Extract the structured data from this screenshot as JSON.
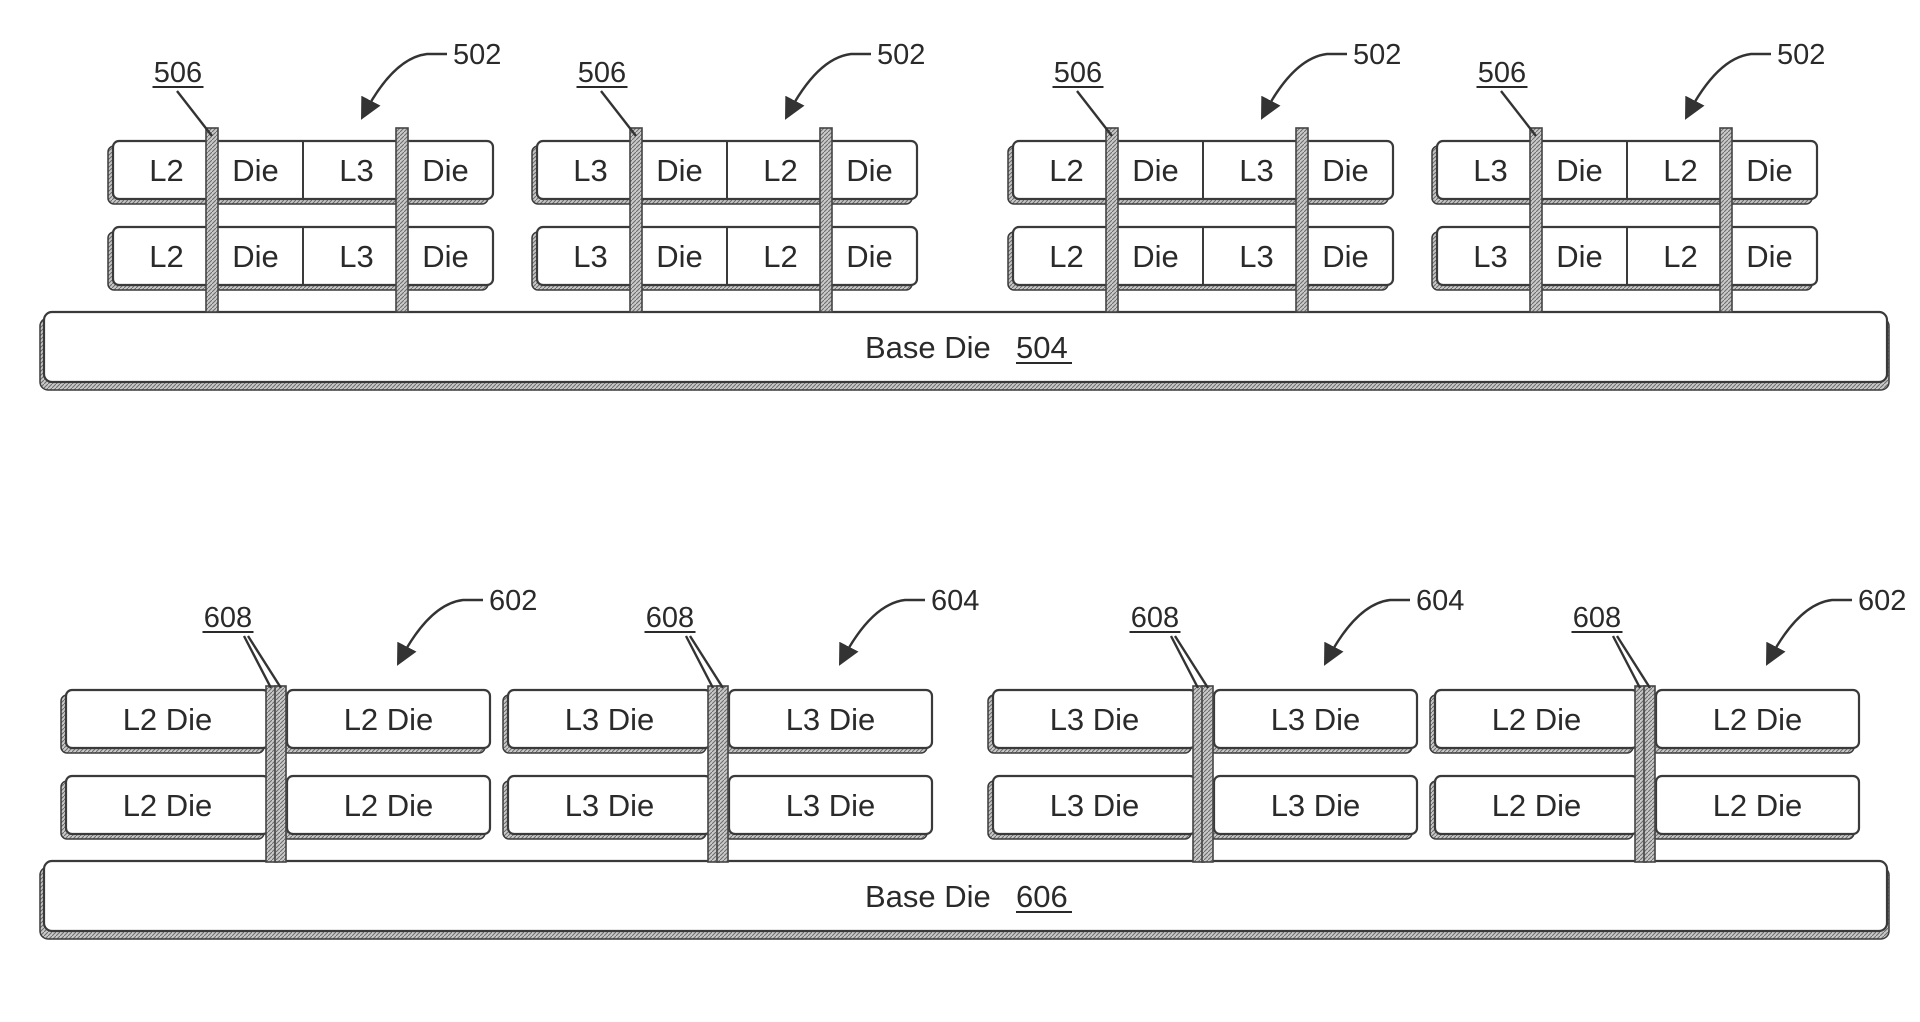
{
  "top_figure": {
    "base_die_label": "Base Die",
    "base_die_ref": "504",
    "stack_ref": "502",
    "via_ref": "506",
    "stacks": [
      {
        "rows": [
          [
            "L2",
            "Die",
            "L3",
            "Die"
          ],
          [
            "L2",
            "Die",
            "L3",
            "Die"
          ]
        ]
      },
      {
        "rows": [
          [
            "L3",
            "Die",
            "L2",
            "Die"
          ],
          [
            "L3",
            "Die",
            "L2",
            "Die"
          ]
        ]
      },
      {
        "rows": [
          [
            "L2",
            "Die",
            "L3",
            "Die"
          ],
          [
            "L2",
            "Die",
            "L3",
            "Die"
          ]
        ]
      },
      {
        "rows": [
          [
            "L3",
            "Die",
            "L2",
            "Die"
          ],
          [
            "L3",
            "Die",
            "L2",
            "Die"
          ]
        ]
      }
    ]
  },
  "bottom_figure": {
    "base_die_label": "Base Die",
    "base_die_ref": "606",
    "via_ref": "608",
    "stacks": [
      {
        "ref": "602",
        "rows": [
          [
            "L2 Die",
            "L2 Die"
          ],
          [
            "L2 Die",
            "L2 Die"
          ]
        ]
      },
      {
        "ref": "604",
        "rows": [
          [
            "L3 Die",
            "L3 Die"
          ],
          [
            "L3 Die",
            "L3 Die"
          ]
        ]
      },
      {
        "ref": "604",
        "rows": [
          [
            "L3 Die",
            "L3 Die"
          ],
          [
            "L3 Die",
            "L3 Die"
          ]
        ]
      },
      {
        "ref": "602",
        "rows": [
          [
            "L2 Die",
            "L2 Die"
          ],
          [
            "L2 Die",
            "L2 Die"
          ]
        ]
      }
    ]
  }
}
